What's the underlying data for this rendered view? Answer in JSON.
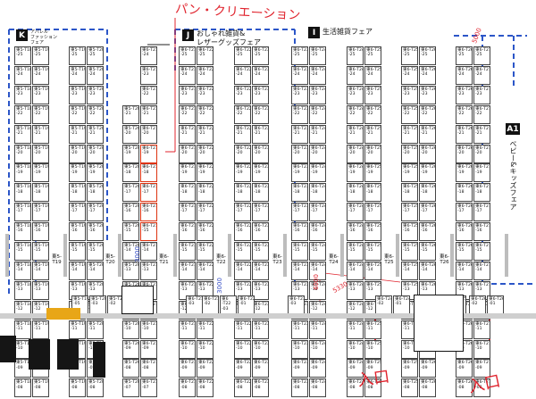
{
  "zones": [
    {
      "badge": "K",
      "text": "アパレル\nファッション\nフェア"
    },
    {
      "badge": "J",
      "text": "おしゃれ雑貨&\nレザーグッズフェア"
    },
    {
      "badge": "I",
      "text": "生活雑貨フェア"
    },
    {
      "badge": "A1",
      "text": "ベビー&キッズフェア"
    }
  ],
  "annotations": {
    "pan": "パン・クリエーション",
    "entrance": "入口",
    "entrance2": "入口"
  },
  "dims": {
    "d1": "3000",
    "d2": "3000",
    "d3": "6000",
    "d4": "5330",
    "d5": "5000"
  },
  "aisles": [
    "東5-\nT19",
    "東5-\nT20",
    "東6-\nT21",
    "東6-\nT22",
    "東6-\nT23",
    "東6-\nT24",
    "東6-\nT25",
    "東6-\nT26"
  ],
  "columns": [
    {
      "prefix": "東5-T18",
      "nums": [
        "-25",
        "-24",
        "-23",
        "-22",
        "-21",
        "-20",
        "-19",
        "-18",
        "-17",
        "-16",
        "-15",
        "-14",
        "-13",
        "-12",
        "-11",
        "-10",
        "-09",
        "-08"
      ]
    },
    {
      "prefix": "東5-T19",
      "nums": [
        "-25",
        "-24",
        "-23",
        "-22",
        "-21",
        "-20",
        "-19",
        "-18",
        "-17",
        "-16",
        "-15",
        "-14",
        "-13",
        "-12",
        "-11",
        "-10",
        "-09",
        "-08"
      ]
    },
    {
      "prefix": "東5-T19",
      "nums": [
        "-25",
        "-24",
        "-23",
        "-22",
        "-21",
        "-20",
        "-19",
        "-18",
        "-17",
        "-16",
        "-15",
        "-14",
        "-13",
        "-12",
        "-11",
        "-10",
        "-09",
        "-08"
      ]
    },
    {
      "prefix": "東5-T20",
      "nums": [
        "-25",
        "-24",
        "-23",
        "-22",
        "-21",
        "-20",
        "-19",
        "-18",
        "-17",
        "-16",
        "-15",
        "-14",
        "-13",
        "-12",
        "-11",
        "-10",
        "-09",
        "-08"
      ]
    },
    {
      "prefix": "東5-T20",
      "nums": [
        "-24",
        "-23",
        "-22",
        "-21",
        "-20",
        "-19",
        "-18",
        "-17",
        "-16",
        "-15",
        "-14",
        "-13",
        "-12",
        "-11",
        "-10",
        "-09",
        "-08",
        "-07"
      ]
    },
    {
      "prefix": "東6-T21",
      "nums": [
        "-24",
        "-23",
        "-22",
        "-21",
        "-20",
        "-19",
        "-18",
        "-17",
        "-16",
        "-15",
        "-14",
        "-13",
        "-12",
        "-11",
        "-10",
        "-09",
        "-08",
        "-07"
      ]
    },
    {
      "prefix": "東6-T21",
      "nums": [
        "-25",
        "-24",
        "-23",
        "-22",
        "-21",
        "-20",
        "-19",
        "-18",
        "-17",
        "-16",
        "-15",
        "-14",
        "-13",
        "-12",
        "-11",
        "-10",
        "-09",
        "-08"
      ]
    },
    {
      "prefix": "東6-T22",
      "nums": [
        "-25",
        "-24",
        "-23",
        "-22",
        "-21",
        "-20",
        "-19",
        "-18",
        "-17",
        "-16",
        "-15",
        "-14",
        "-13",
        "-12",
        "-11",
        "-10",
        "-09",
        "-08"
      ]
    },
    {
      "prefix": "東6-T22",
      "nums": [
        "-25",
        "-24",
        "-23",
        "-22",
        "-21",
        "-20",
        "-19",
        "-18",
        "-17",
        "-16",
        "-15",
        "-14",
        "-13",
        "-12",
        "-11",
        "-10",
        "-09",
        "-08"
      ]
    },
    {
      "prefix": "東6-T23",
      "nums": [
        "-25",
        "-24",
        "-23",
        "-22",
        "-21",
        "-20",
        "-19",
        "-18",
        "-17",
        "-16",
        "-15",
        "-14",
        "-13",
        "-12",
        "-11",
        "-10",
        "-09",
        "-08"
      ]
    },
    {
      "prefix": "東6-T23",
      "nums": [
        "-25",
        "-24",
        "-23",
        "-22",
        "-21",
        "-20",
        "-19",
        "-18",
        "-17",
        "-16",
        "-15",
        "-14",
        "-13",
        "-12",
        "-11",
        "-10",
        "-09",
        "-08"
      ]
    },
    {
      "prefix": "東6-T24",
      "nums": [
        "-25",
        "-24",
        "-23",
        "-22",
        "-21",
        "-20",
        "-19",
        "-18",
        "-17",
        "-16",
        "-15",
        "-14",
        "-13",
        "-12",
        "-11",
        "-10",
        "-09",
        "-08"
      ]
    },
    {
      "prefix": "東6-T24",
      "nums": [
        "-25",
        "-24",
        "-23",
        "-22",
        "-21",
        "-20",
        "-19",
        "-18",
        "-17",
        "-16",
        "-15",
        "-14",
        "-13",
        "-12",
        "-11",
        "-10",
        "-09",
        "-08"
      ]
    },
    {
      "prefix": "東6-T25",
      "nums": [
        "-25",
        "-24",
        "-23",
        "-22",
        "-21",
        "-20",
        "-19",
        "-18",
        "-17",
        "-16",
        "-15",
        "-14",
        "-13",
        "-12",
        "-11",
        "-10",
        "-09",
        "-08"
      ]
    },
    {
      "prefix": "東6-T25",
      "nums": [
        "-25",
        "-24",
        "-23",
        "-22",
        "-21",
        "-20",
        "-19",
        "-18",
        "-17",
        "-16",
        "-15",
        "-14",
        "-13",
        "-12",
        "-11",
        "-10",
        "-09",
        "-08"
      ]
    },
    {
      "prefix": "東6-T26",
      "nums": [
        "-25",
        "-24",
        "-23",
        "-22",
        "-21",
        "-20",
        "-19",
        "-18",
        "-17",
        "-16",
        "-15",
        "-14",
        "-13",
        "-12",
        "-11",
        "-10",
        "-09",
        "-08"
      ]
    },
    {
      "prefix": "東6-T26",
      "nums": [
        "-25",
        "-24",
        "-23",
        "-22",
        "-21",
        "-20",
        "-19",
        "-18",
        "-17",
        "-16",
        "-15",
        "-14",
        "-13",
        "-12",
        "-11",
        "-10",
        "-09",
        "-08"
      ]
    },
    {
      "prefix": "東6-T27",
      "nums": [
        "-25",
        "-24",
        "-23",
        "-22",
        "-21",
        "-20",
        "-19",
        "-18",
        "-17",
        "-16",
        "-15",
        "-14",
        "-13",
        "-12",
        "-11",
        "-10",
        "-09",
        "-08"
      ]
    }
  ],
  "bottom_booths": [
    "東5-T19\n-05",
    "東5-T20\n-03",
    "東5-T20\n-02",
    "東6-T21\n-03",
    "東6-T21\n-02",
    "東6\n-T22\n-03",
    "東6-T22\n-01",
    "東6-T23\n-03",
    "東6-T24\n-02",
    "東6-T24\n-01",
    "東6-T25\n-02",
    "東6-T25\n-01",
    "東6-T26\n-02",
    "東6-T26\n-01"
  ],
  "colors": {
    "grid": "#444444",
    "blue": "#2c56c8",
    "red": "#e0242e",
    "gray": "#bdbdbd"
  }
}
